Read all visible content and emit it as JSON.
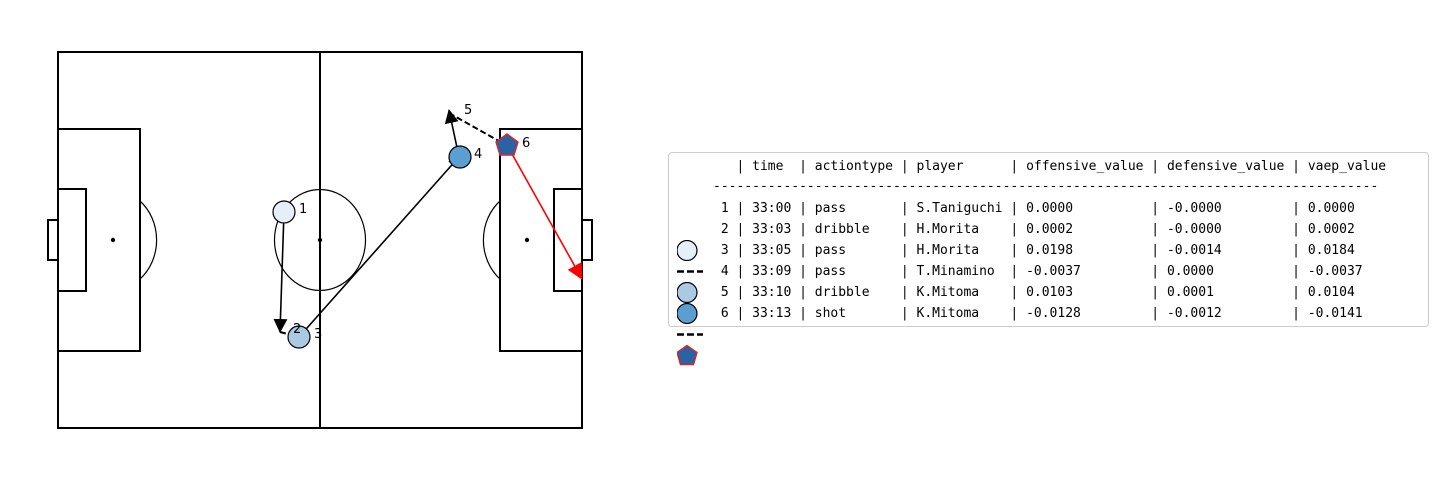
{
  "legend": {
    "header": "   | time  | actiontype | player      | offensive_value | defensive_value | vaep_value",
    "separator": "-------------------------------------------------------------------------------------"
  },
  "actions": [
    {
      "id": "1",
      "time": "33:00",
      "type": "pass",
      "player": "S.Taniguchi",
      "offensive": "0.0000",
      "defensive": "-0.0000",
      "vaep": "0.0000",
      "marker": "circle",
      "color": "#e6eef8",
      "label": " 1 | 33:00 | pass       | S.Taniguchi | 0.0000          | -0.0000         | 0.0000"
    },
    {
      "id": "2",
      "time": "33:03",
      "type": "dribble",
      "player": "H.Morita",
      "offensive": "0.0002",
      "defensive": "-0.0000",
      "vaep": "0.0002",
      "marker": "dash",
      "color": "#000000",
      "label": " 2 | 33:03 | dribble    | H.Morita    | 0.0002          | -0.0000         | 0.0002"
    },
    {
      "id": "3",
      "time": "33:05",
      "type": "pass",
      "player": "H.Morita",
      "offensive": "0.0198",
      "defensive": "-0.0014",
      "vaep": "0.0184",
      "marker": "circle",
      "color": "#aac9e3",
      "label": " 3 | 33:05 | pass       | H.Morita    | 0.0198          | -0.0014         | 0.0184"
    },
    {
      "id": "4",
      "time": "33:09",
      "type": "pass",
      "player": "T.Minamino",
      "offensive": "-0.0037",
      "defensive": "0.0000",
      "vaep": "-0.0037",
      "marker": "circle",
      "color": "#5a9fd0",
      "label": " 4 | 33:09 | pass       | T.Minamino  | -0.0037         | 0.0000          | -0.0037"
    },
    {
      "id": "5",
      "time": "33:10",
      "type": "dribble",
      "player": "K.Mitoma",
      "offensive": "0.0103",
      "defensive": "0.0001",
      "vaep": "0.0104",
      "marker": "dash",
      "color": "#000000",
      "label": " 5 | 33:10 | dribble    | K.Mitoma    | 0.0103          | 0.0001          | 0.0104"
    },
    {
      "id": "6",
      "time": "33:13",
      "type": "shot",
      "player": "K.Mitoma",
      "offensive": "-0.0128",
      "defensive": "-0.0012",
      "vaep": "-0.0141",
      "marker": "pentagon",
      "color": "#2a62a4",
      "label": " 6 | 33:13 | shot       | K.Mitoma    | -0.0128         | -0.0012         | -0.0141"
    }
  ],
  "colors": {
    "line": "#000000",
    "shot": "#ff0000",
    "pentagon_edge": "#d62728"
  }
}
